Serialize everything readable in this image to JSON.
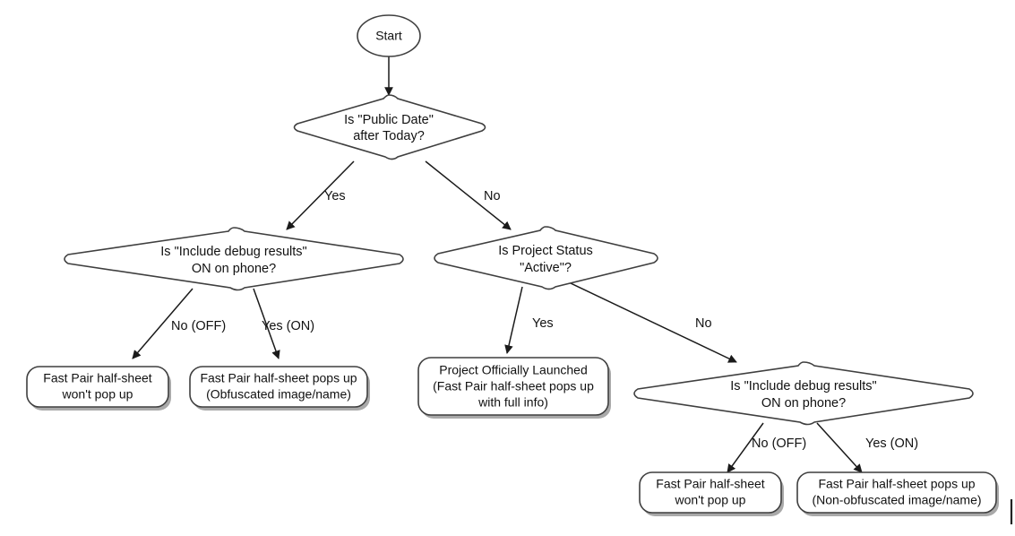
{
  "diagram": {
    "title": "Fast Pair Half-Sheet Decision Flowchart",
    "type": "flowchart",
    "background_color": "#ffffff",
    "stroke_color": "#3f3f3f",
    "text_color": "#111111",
    "shadow_color": "#9a9a9a"
  },
  "nodes": {
    "start": {
      "shape": "ellipse",
      "label": "Start"
    },
    "decision_public_date": {
      "shape": "diamond",
      "line1": "Is \"Public Date\"",
      "line2": "after Today?"
    },
    "decision_debug_left": {
      "shape": "diamond",
      "line1": "Is \"Include debug results\"",
      "line2": "ON on phone?"
    },
    "decision_project_status": {
      "shape": "diamond",
      "line1": "Is Project Status",
      "line2": "\"Active\"?"
    },
    "decision_debug_right": {
      "shape": "diamond",
      "line1": "Is \"Include debug results\"",
      "line2": "ON on phone?"
    },
    "terminal_left_off": {
      "shape": "rounded-rect",
      "line1": "Fast Pair half-sheet",
      "line2": "won't pop up"
    },
    "terminal_left_on": {
      "shape": "rounded-rect",
      "line1": "Fast Pair half-sheet pops up",
      "line2": "(Obfuscated image/name)"
    },
    "terminal_launched": {
      "shape": "rounded-rect",
      "line1": "Project Officially Launched",
      "line2": "(Fast Pair half-sheet pops up",
      "line3": "with full info)"
    },
    "terminal_right_off": {
      "shape": "rounded-rect",
      "line1": "Fast Pair half-sheet",
      "line2": "won't pop up"
    },
    "terminal_right_on": {
      "shape": "rounded-rect",
      "line1": "Fast Pair half-sheet pops up",
      "line2": "(Non-obfuscated image/name)"
    }
  },
  "edge_labels": {
    "public_date_yes": "Yes",
    "public_date_no": "No",
    "debug_left_no": "No (OFF)",
    "debug_left_yes": "Yes (ON)",
    "project_status_yes": "Yes",
    "project_status_no": "No",
    "debug_right_no": "No (OFF)",
    "debug_right_yes": "Yes (ON)"
  }
}
